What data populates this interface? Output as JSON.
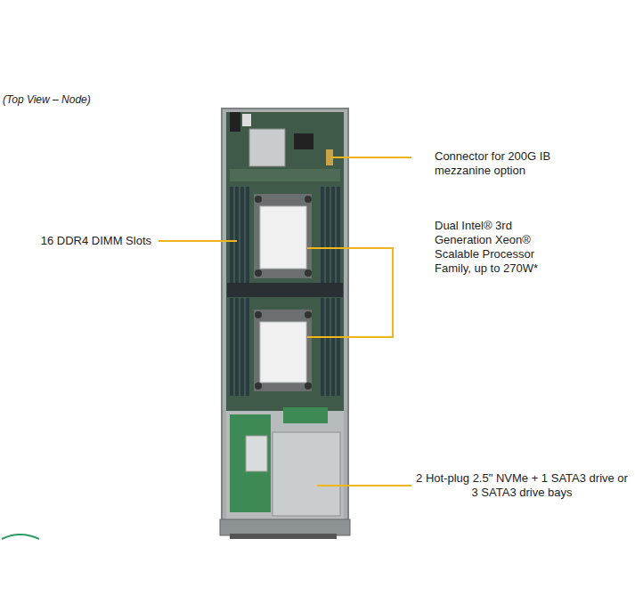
{
  "diagram": {
    "title": "(Top View – Node)",
    "labels": [
      "Connector for 200G IB mezzanine option",
      "16 DDR4 DIMM Slots",
      "Dual Intel® 3rd Generation Xeon® Scalable Processor Family, up to 270W*",
      "2 Hot-plug 2.5\" NVMe + 1 SATA3 drive or 3 SATA3 drive bays"
    ]
  }
}
